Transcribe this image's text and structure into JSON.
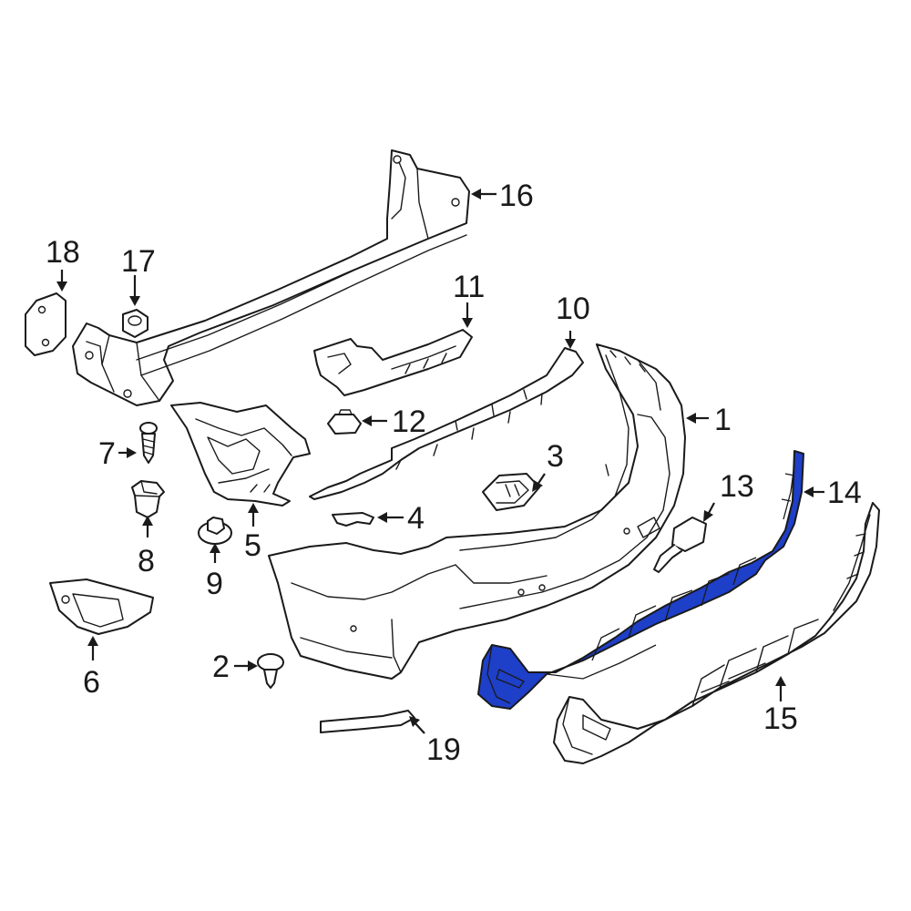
{
  "diagram": {
    "highlight_color": "#1e3fc8",
    "line_color": "#1a1a1a",
    "background": "#ffffff",
    "callouts": [
      {
        "id": "c1",
        "label": "1"
      },
      {
        "id": "c2",
        "label": "2"
      },
      {
        "id": "c3",
        "label": "3"
      },
      {
        "id": "c4",
        "label": "4"
      },
      {
        "id": "c5",
        "label": "5"
      },
      {
        "id": "c6",
        "label": "6"
      },
      {
        "id": "c7",
        "label": "7"
      },
      {
        "id": "c8",
        "label": "8"
      },
      {
        "id": "c9",
        "label": "9"
      },
      {
        "id": "c10",
        "label": "10"
      },
      {
        "id": "c11",
        "label": "11"
      },
      {
        "id": "c12",
        "label": "12"
      },
      {
        "id": "c13",
        "label": "13"
      },
      {
        "id": "c14",
        "label": "14"
      },
      {
        "id": "c15",
        "label": "15"
      },
      {
        "id": "c16",
        "label": "16"
      },
      {
        "id": "c17",
        "label": "17"
      },
      {
        "id": "c18",
        "label": "18"
      },
      {
        "id": "c19",
        "label": "19"
      }
    ],
    "highlighted_part": "14"
  }
}
